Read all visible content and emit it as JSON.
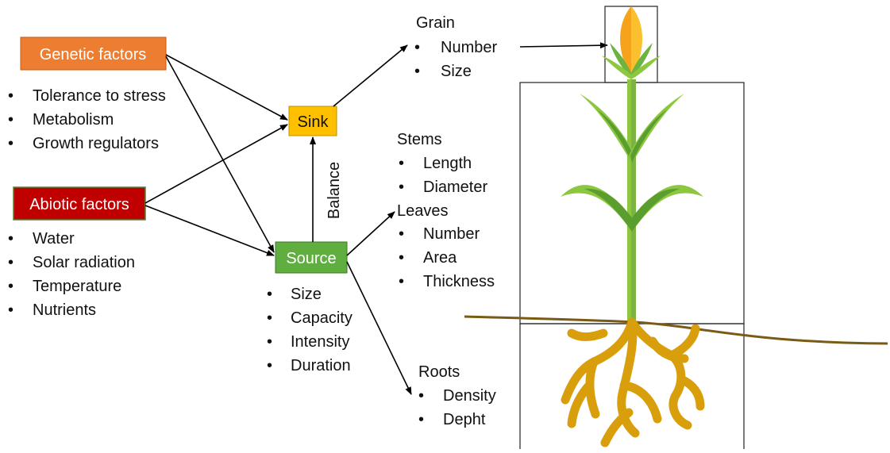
{
  "genetic": {
    "label": "Genetic factors",
    "items": [
      "Tolerance to stress",
      "Metabolism",
      "Growth regulators"
    ]
  },
  "abiotic": {
    "label": "Abiotic factors",
    "items": [
      "Water",
      "Solar radiation",
      "Temperature",
      "Nutrients"
    ]
  },
  "sink": {
    "label": "Sink"
  },
  "source": {
    "label": "Source",
    "items": [
      "Size",
      "Capacity",
      "Intensity",
      "Duration"
    ]
  },
  "balance_label": "Balance",
  "grain": {
    "title": "Grain",
    "items": [
      "Number",
      "Size"
    ]
  },
  "stems": {
    "title": "Stems",
    "items": [
      "Length",
      "Diameter"
    ]
  },
  "leaves": {
    "title": "Leaves",
    "items": [
      "Number",
      "Area",
      "Thickness"
    ]
  },
  "roots": {
    "title": "Roots",
    "items": [
      "Density",
      "Depht"
    ]
  },
  "bullet_char": "•",
  "colors": {
    "genetic_fill": "#ED7D31",
    "abiotic_fill": "#C00000",
    "sink_fill": "#FFC000",
    "source_fill": "#5FAE3F",
    "stem_green": "#8DC63F",
    "leaf_dark": "#5A9E2F",
    "root_gold": "#D99E0B",
    "soil_line": "#7A5A14",
    "grain_orange": "#F7A21B"
  }
}
